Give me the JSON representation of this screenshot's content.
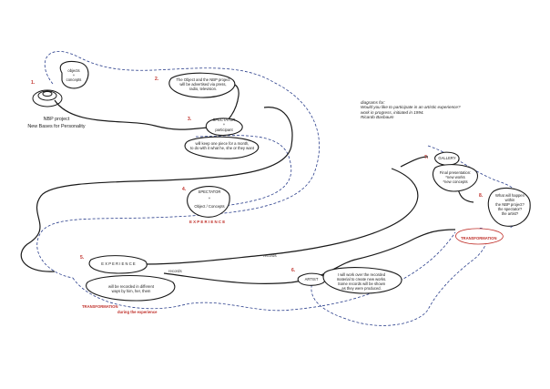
{
  "header": {
    "project_title": "NBP project",
    "project_subtitle": "New Bases for Personality",
    "notes": [
      "diagrams for:",
      "Would you like to participate in an artistic experience?",
      "work in progress, initiated in 1994.",
      "Ricardo Basbaum"
    ]
  },
  "steps": {
    "s1": {
      "num": "1.",
      "text": [
        "objects",
        "+",
        "concepts"
      ]
    },
    "s2": {
      "num": "2.",
      "text": [
        "The Object and the NBP project",
        "will be advertised via press,",
        "radio, television."
      ]
    },
    "s3": {
      "num": "3.",
      "top": "SPECTATOR",
      "plus": "+",
      "mid": "participant",
      "text": [
        "will keep one piece for a month,",
        "to do with it what he, she or they want"
      ]
    },
    "s4": {
      "num": "4.",
      "top": "SPECTATOR",
      "plus": "+",
      "mid": "Object / Concepts",
      "label": "E X P E R I E N C E"
    },
    "s5": {
      "num": "5.",
      "top": "E X P E R I E N C E",
      "text": [
        "will be recorded in different",
        "ways by him, her, them"
      ],
      "transformation": "TRANSFORMATION",
      "during": "during the experience"
    },
    "s6": {
      "num": "6.",
      "top": "ARTIST",
      "text": [
        "I will work over the recorded",
        "material to create new works.",
        "Some records will be shown",
        "as they were produced."
      ]
    },
    "s7": {
      "num": "7.",
      "top": "GALLERY",
      "text": [
        "Final presentation:",
        "*new works",
        "*new concepts"
      ]
    },
    "s8": {
      "num": "8.",
      "text": [
        "What will happen",
        "within",
        "the NBP project?",
        "the spectator?",
        "the artist?"
      ]
    }
  },
  "labels": {
    "records_a": "records",
    "records_b": "records",
    "transformation_right": "TRANSFORMATION"
  },
  "colors": {
    "ink": "#1a1a1a",
    "dashed": "#2b3f8c",
    "accent": "#c0302a"
  }
}
